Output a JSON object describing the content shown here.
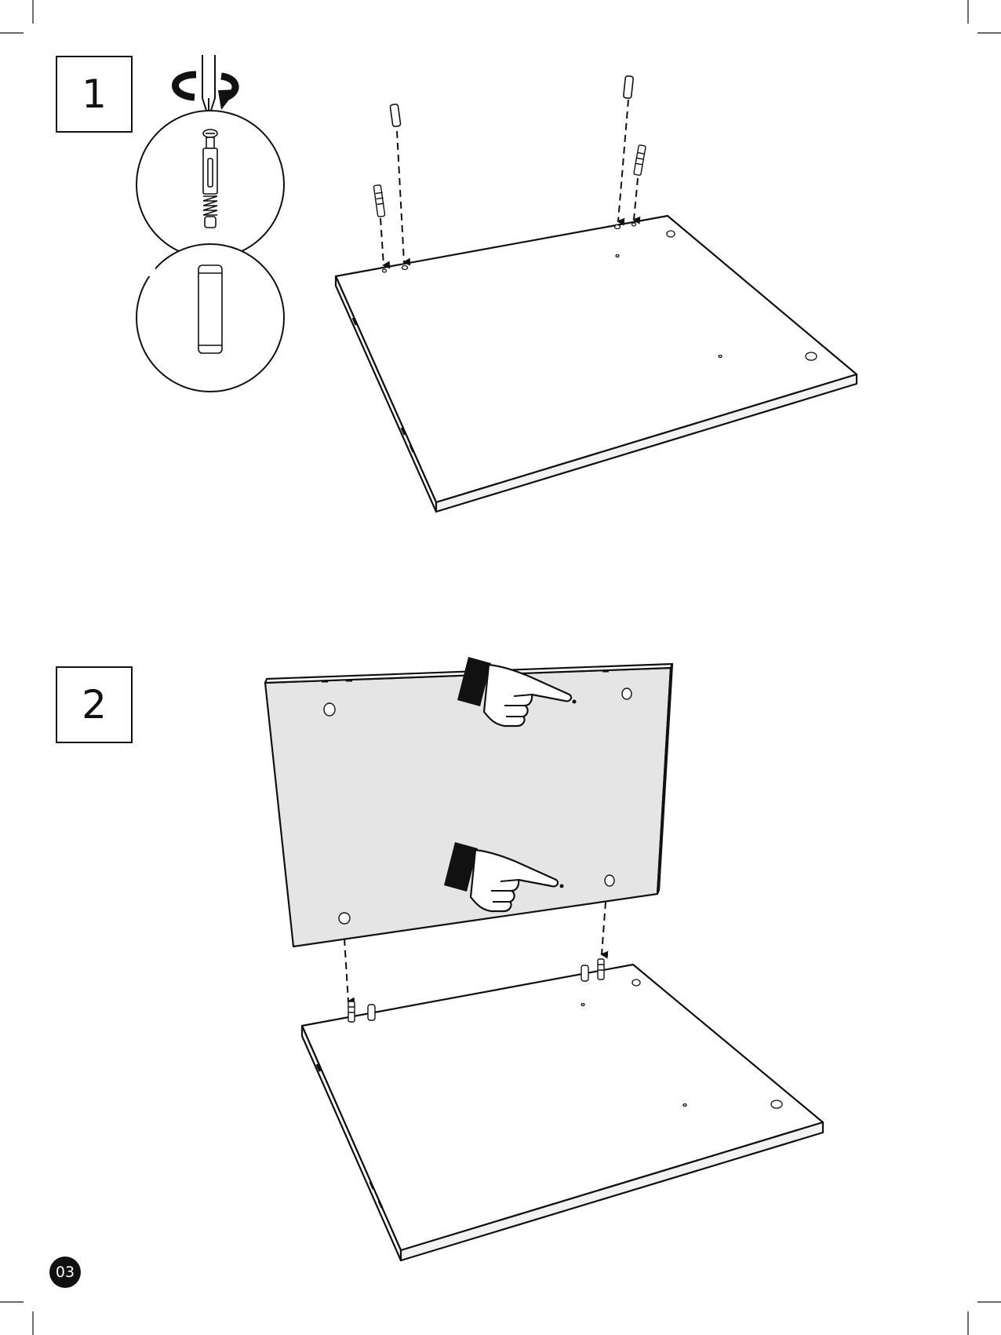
{
  "steps": [
    {
      "number": "1"
    },
    {
      "number": "2"
    }
  ],
  "page": {
    "number": "03"
  },
  "icons": {
    "screwdriver": "screwdriver-icon",
    "rotate": "rotate-clockwise-icon",
    "cam_bolt": "cam-bolt-icon",
    "dowel": "wooden-dowel-icon",
    "pointing_hand": "pointing-hand-icon"
  },
  "colors": {
    "line": "#111111",
    "panel_fill": "#e5e5e5",
    "board_fill": "#ffffff"
  }
}
